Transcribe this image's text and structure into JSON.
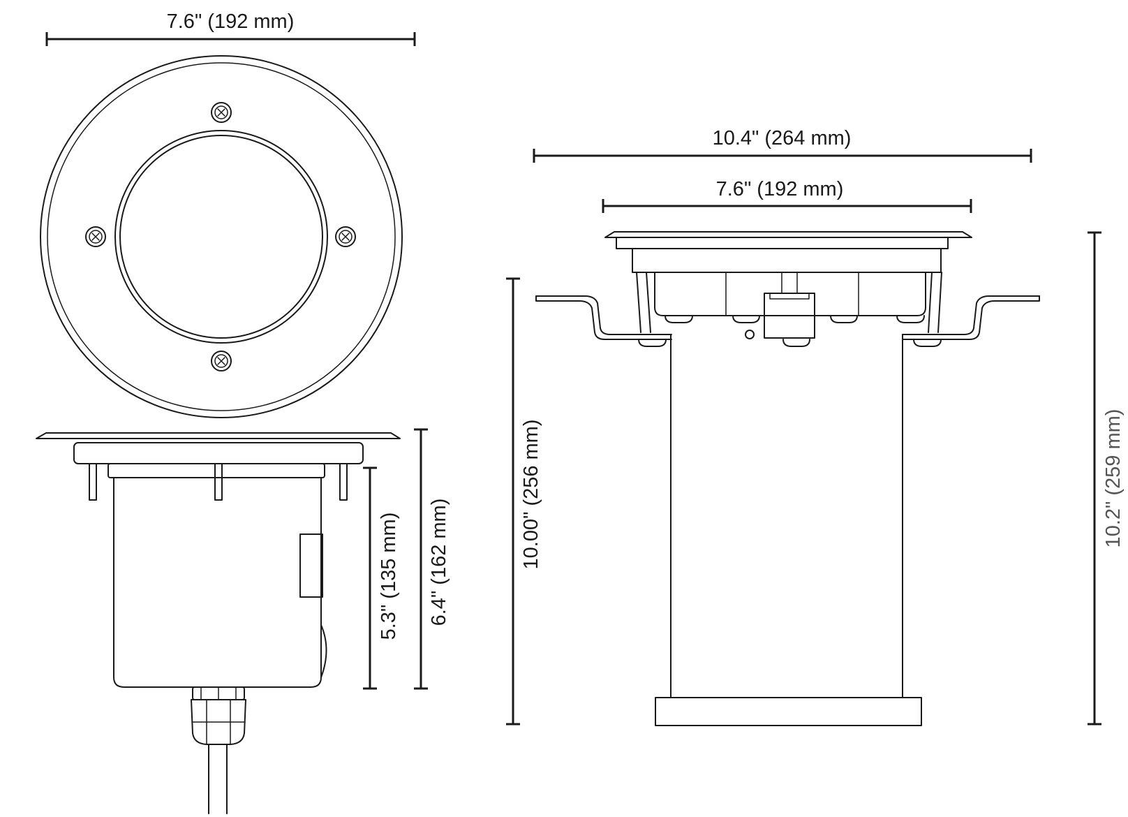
{
  "dimensions": {
    "top_view_width": "7.6\" (192 mm)",
    "side_view_inner_height": "5.3\" (135 mm)",
    "side_view_total_height": "6.4\" (162 mm)",
    "front_view_overall_width": "10.4\" (264 mm)",
    "front_view_flange_width": "7.6\" (192 mm)",
    "front_view_body_height": "10.00\" (256 mm)",
    "front_view_total_height": "10.2\" (259 mm)"
  },
  "colors": {
    "line": "#1a1a1a",
    "label_dim": "#555555",
    "background": "#ffffff"
  }
}
